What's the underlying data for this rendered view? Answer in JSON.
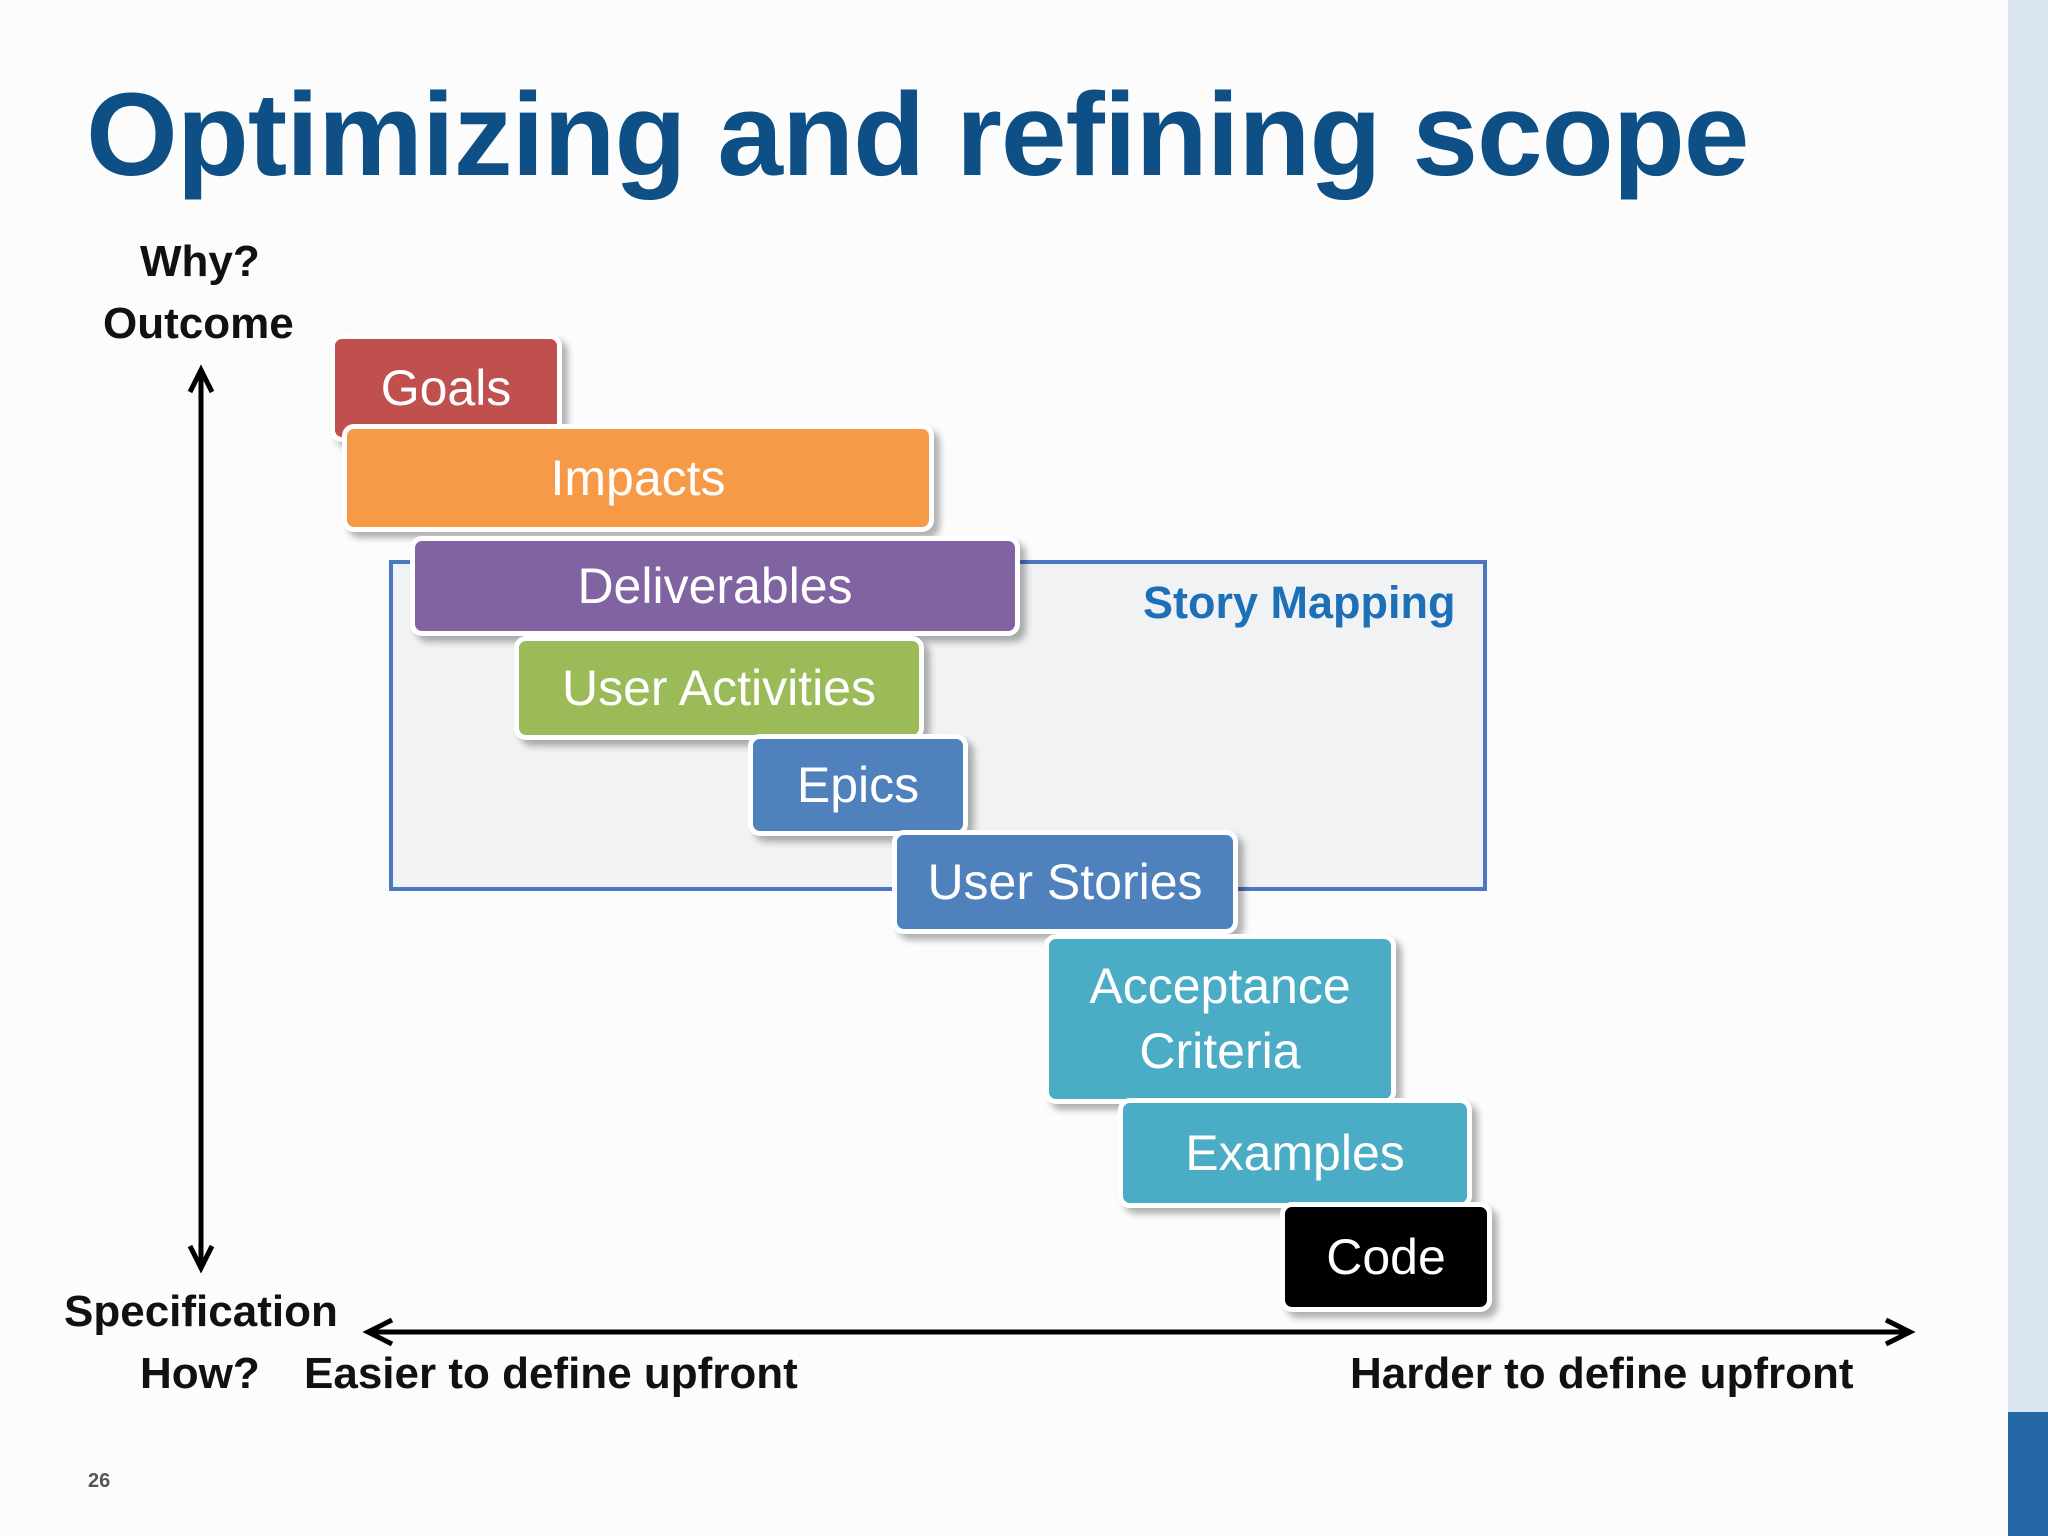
{
  "title": "Optimizing and refining scope",
  "vertical_axis": {
    "top_line1": "Why?",
    "top_line2": "Outcome",
    "bottom_line1": "Specification",
    "bottom_line2": "How?"
  },
  "horizontal_axis": {
    "left_label": "Easier to define upfront",
    "right_label": "Harder to define upfront"
  },
  "story_mapping": {
    "label": "Story Mapping",
    "border_color": "#4a79c2",
    "label_color": "#1d6fb8"
  },
  "stages": [
    {
      "id": "goals",
      "label": "Goals",
      "color": "#c0504d"
    },
    {
      "id": "impacts",
      "label": "Impacts",
      "color": "#f79a47"
    },
    {
      "id": "deliverables",
      "label": "Deliverables",
      "color": "#8064a2"
    },
    {
      "id": "user-activities",
      "label": "User Activities",
      "color": "#9bbb59"
    },
    {
      "id": "epics",
      "label": "Epics",
      "color": "#4f81bd"
    },
    {
      "id": "user-stories",
      "label": "User Stories",
      "color": "#4f81bd"
    },
    {
      "id": "acceptance-criteria",
      "label": "Acceptance Criteria",
      "color": "#4bacc6"
    },
    {
      "id": "examples",
      "label": "Examples",
      "color": "#4bacc6"
    },
    {
      "id": "code",
      "label": "Code",
      "color": "#000000"
    }
  ],
  "title_color": "#0e5085",
  "page_number": "26"
}
